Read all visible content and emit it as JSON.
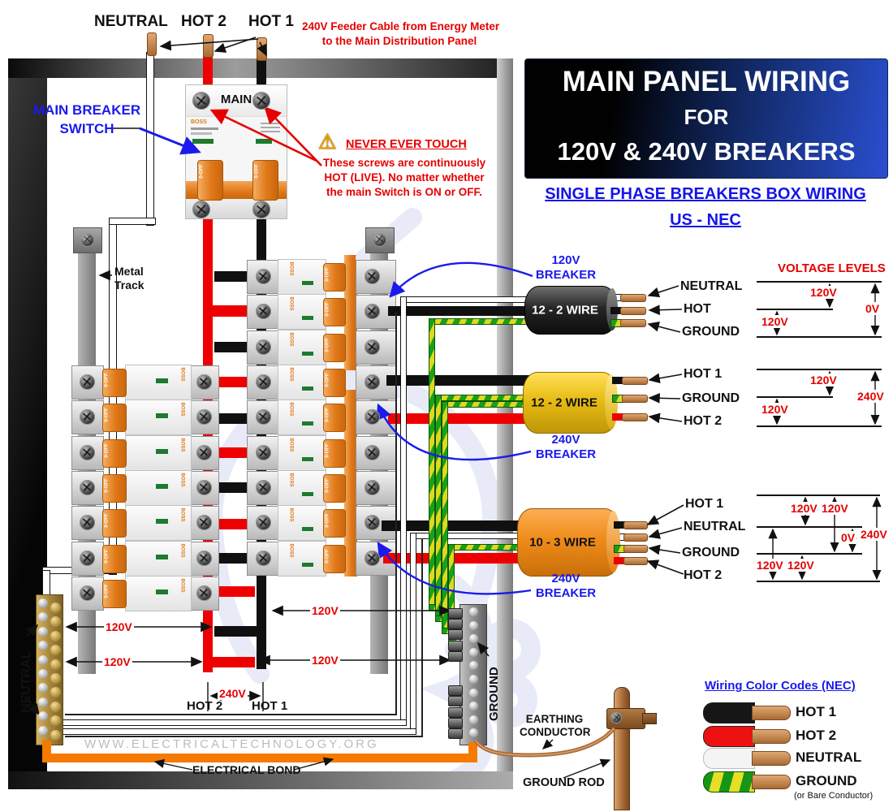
{
  "top": {
    "neutral": "NEUTRAL",
    "hot2": "HOT 2",
    "hot1": "HOT 1",
    "feeder_line1": "240V Feeder Cable from Energy Meter",
    "feeder_line2": "to the Main Distribution Panel"
  },
  "main_breaker": {
    "label": "MAIN",
    "brand": "BOSS",
    "toggle": "0-OFF",
    "switch_line1": "MAIN BREAKER",
    "switch_line2": "SWITCH"
  },
  "warning": {
    "icon": "⚠",
    "title": "NEVER EVER TOUCH",
    "line1": "These screws are continuously",
    "line2": "HOT (LIVE). No matter whether",
    "line3": "the main Switch is ON or OFF."
  },
  "title_block": {
    "line1": "MAIN PANEL WIRING",
    "line2": "FOR",
    "line3": "120V & 240V BREAKERS",
    "bg_left": "#000000",
    "bg_right": "#2a4fd0"
  },
  "subtitle": {
    "line1": "SINGLE PHASE BREAKERS BOX WIRING",
    "line2": "US - NEC",
    "color": "#1414e8"
  },
  "panel": {
    "metal_track_line1": "Metal",
    "metal_track_line2": "Track",
    "neutral_bus": "NEUTRAL",
    "ground_bus": "GROUND",
    "watermark": "WWW.ELECTRICALTECHNOLOGY.ORG",
    "electrical_bond": "ELECTRICAL BOND",
    "brand": "BOSS",
    "toggle": "0-OFF"
  },
  "measurements": {
    "left_top": "120V",
    "left_bottom": "120V",
    "right_top": "120V",
    "right_bottom": "120V",
    "span": "240V",
    "hot2": "HOT 2",
    "hot1": "HOT 1"
  },
  "breaker_labels": {
    "b120_line1": "120V",
    "b120_line2": "BREAKER",
    "b240a_line1": "240V",
    "b240a_line2": "BREAKER",
    "b240b_line1": "240V",
    "b240b_line2": "BREAKER"
  },
  "cables": {
    "black": {
      "label": "12 - 2 WIRE",
      "conductors": [
        "NEUTRAL",
        "HOT",
        "GROUND"
      ]
    },
    "yellow": {
      "label": "12 - 2 WIRE",
      "conductors": [
        "HOT 1",
        "GROUND",
        "HOT 2"
      ]
    },
    "orange": {
      "label": "10 - 3 WIRE",
      "conductors": [
        "HOT 1",
        "NEUTRAL",
        "GROUND",
        "HOT 2"
      ]
    }
  },
  "voltage_levels": {
    "title": "VOLTAGE LEVELS",
    "color": "#ee1111",
    "d1": [
      "120V",
      "0V",
      "120V"
    ],
    "d2": [
      "120V",
      "240V",
      "120V"
    ],
    "d3": [
      "120V",
      "120V",
      "0V",
      "240V",
      "120V",
      "120V"
    ]
  },
  "earthing": {
    "line1": "EARTHING",
    "line2": "CONDUCTOR",
    "rod": "GROUND ROD"
  },
  "legend": {
    "title": "Wiring Color Codes (NEC)",
    "items": [
      {
        "label": "HOT 1",
        "color": "#161616",
        "note": ""
      },
      {
        "label": "HOT 2",
        "color": "#ee1111",
        "note": ""
      },
      {
        "label": "NEUTRAL",
        "color": "#f4f4f4",
        "note": ""
      },
      {
        "label": "GROUND",
        "color": "green-yellow",
        "note": "(or Bare Conductor)"
      }
    ]
  }
}
